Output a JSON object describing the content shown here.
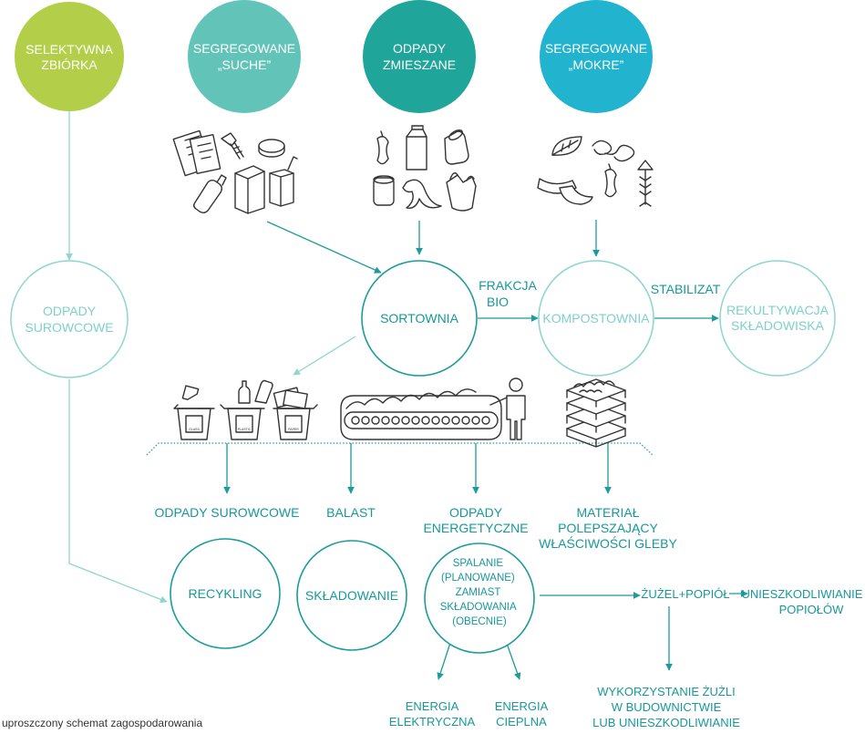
{
  "sources": {
    "selective": [
      "SELEKTYWNA",
      "ZBIÓRKA"
    ],
    "dry": [
      "SEGREGOWANE",
      "„SUCHE”"
    ],
    "mixed": [
      "ODPADY",
      "ZMIESZANE"
    ],
    "wet": [
      "SEGREGOWANE",
      "„MOKRE”"
    ]
  },
  "nodes": {
    "raw": [
      "ODPADY",
      "SUROWCOWE"
    ],
    "sorting": "SORTOWNIA",
    "composting": "KOMPOSTOWNIA",
    "reclamation": [
      "REKULTYWACJA",
      "SKŁADOWISKA"
    ],
    "recycling": "RECYKLING",
    "landfill": "SKŁADOWANIE",
    "incineration": [
      "SPALANIE",
      "(PLANOWANE)",
      "ZAMIAST",
      "SKŁADOWANIA",
      "(OBECNIE)"
    ]
  },
  "edges": {
    "bio": [
      "FRAKCJA",
      "BIO"
    ],
    "stabilizat": "STABILIZAT"
  },
  "outputs": {
    "raw": "ODPADY SUROWCOWE",
    "ballast": "BALAST",
    "energy_waste": [
      "ODPADY",
      "ENERGETYCZNE"
    ],
    "soil": [
      "MATERIAŁ",
      "POLEPSZAJĄCY",
      "WŁAŚCIWOŚCI GLEBY"
    ]
  },
  "results": {
    "slag": "ŻUŻEL+POPIÓŁ",
    "ash": [
      "UNIESZKODLIWIANIE",
      "POPIOŁÓW"
    ],
    "slag_use": [
      "WYKORZYSTANIE ŻUŻLI",
      "W BUDOWNICTWIE",
      "LUB UNIESZKODLIWIANIE"
    ],
    "electric": [
      "ENERGIA",
      "ELEKTRYCZNA"
    ],
    "heat": [
      "ENERGIA",
      "CIEPLNA"
    ]
  },
  "bin_labels": [
    "GLASS",
    "PLASTIC",
    "PAPER"
  ],
  "caption": "uproszczony schemat zagospodarowania",
  "colors": {
    "green": "#b3cf49",
    "lightTeal": "#62c4b9",
    "teal": "#1fa59a",
    "blue": "#22b3cf",
    "stroke": "#1c9c9a",
    "lightStroke": "#8fd6cf"
  }
}
